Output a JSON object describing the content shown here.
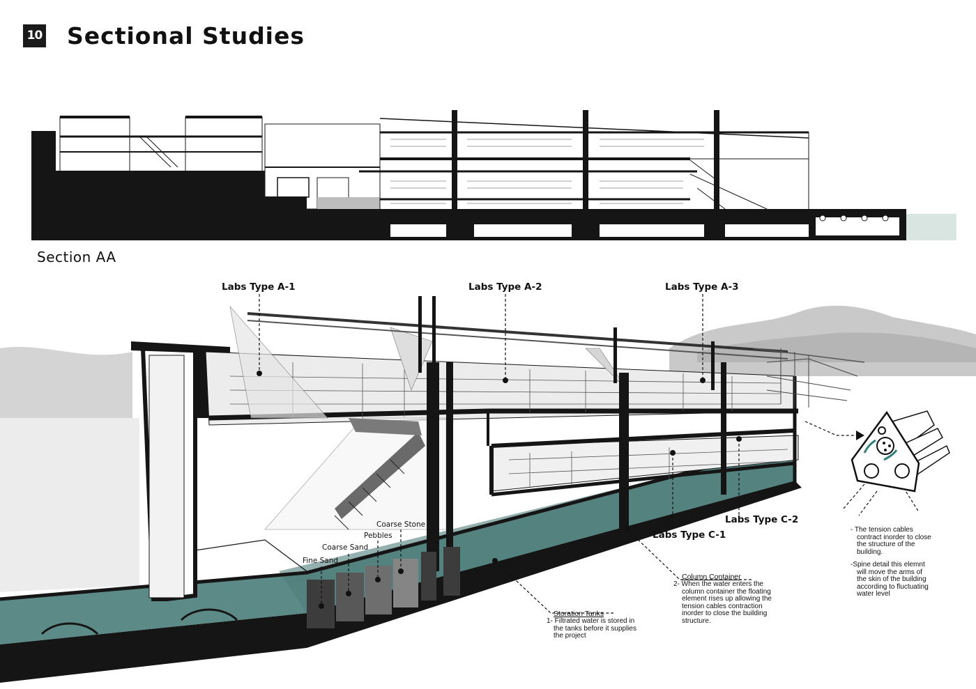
{
  "header": {
    "number": "10",
    "title": "Sectional Studies"
  },
  "section_aa": {
    "label": "Section AA"
  },
  "perspective_section": {
    "lab_labels": {
      "a1": "Labs Type A-1",
      "a2": "Labs Type A-2",
      "a3": "Labs Type A-3",
      "c1": "Labs Type C-1",
      "c2": "Labs Type C-2"
    },
    "filter_layers": {
      "coarse_stone": "Coarse Stone",
      "pebbles": "Pebbles",
      "coarse_sand": "Coarse Sand",
      "fine_sand": "Fine Sand"
    },
    "storation": {
      "title": "Storation Tanks",
      "line1": "1- Filtrated water is stored in",
      "line2": "the tanks before it supplies",
      "line3": "the project"
    },
    "column_container": {
      "title": "Column Container",
      "line1": "2- When the water enters the",
      "line2": "column container the floating",
      "line3": "element rises up allowing the",
      "line4": "tension cables contraction",
      "line5": "inorder to close the building",
      "line6": "structure."
    }
  },
  "spine_detail": {
    "note1": {
      "line1": "- The tension cables",
      "line2": "contract inorder to close",
      "line3": "the structure of the",
      "line4": "building."
    },
    "note2": {
      "line1": "-Spine detail this elemnt",
      "line2": "will move the arms of",
      "line3": "the skin of the building",
      "line4": "according to fluctuating",
      "line5": "water level"
    }
  },
  "colors": {
    "ink": "#111111",
    "water": "#5b8a87",
    "water_light": "#cfe0dc",
    "mountain": "#9a9a9a"
  }
}
